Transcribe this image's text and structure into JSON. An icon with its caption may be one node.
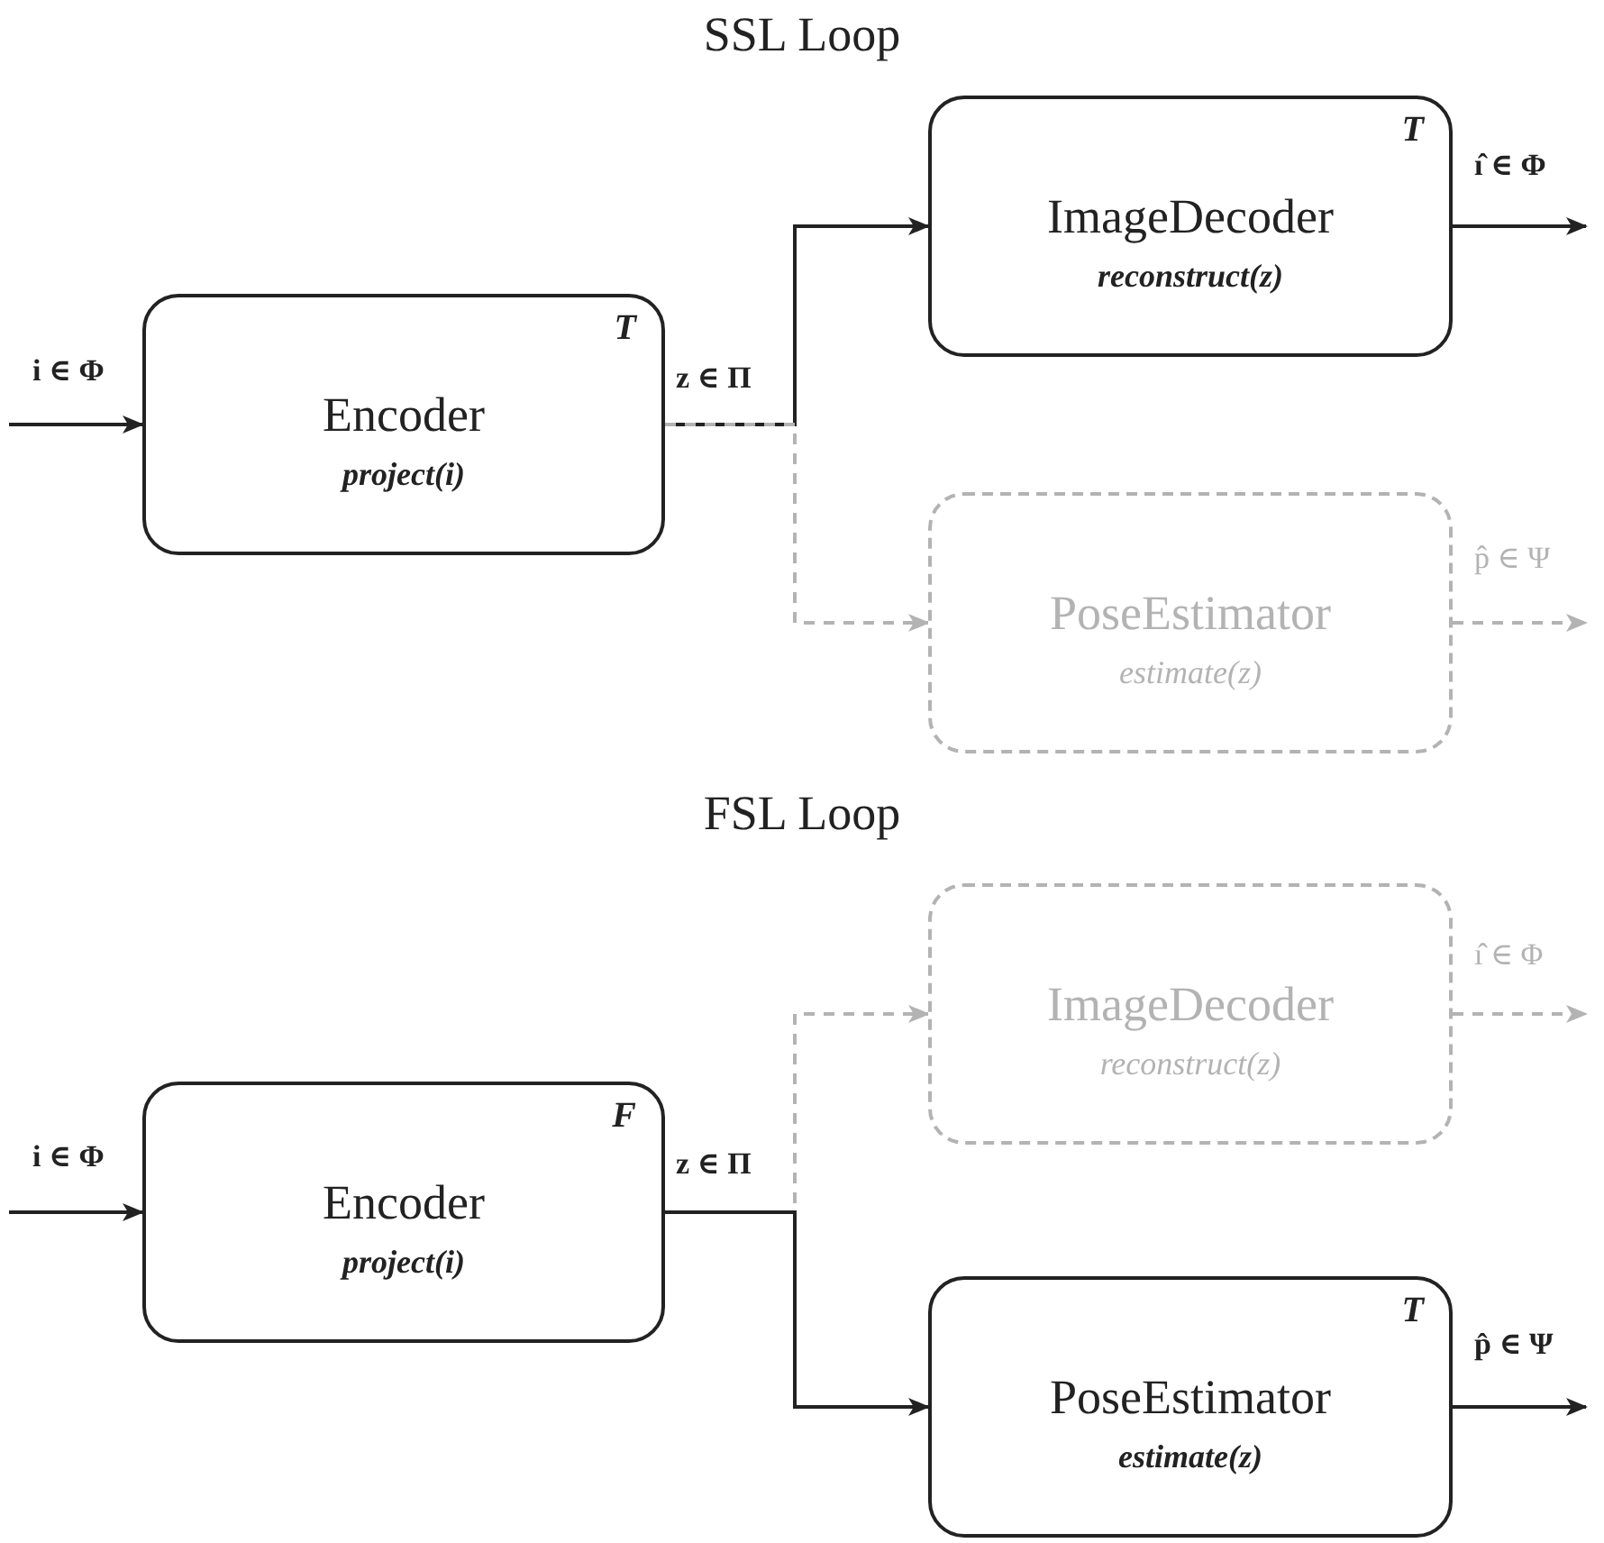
{
  "diagram": {
    "nodes": [
      {
        "text": [
          "Encoder",
          "project(i)",
          "T"
        ]
      },
      {
        "text": [
          "ImageDecoder",
          "reconstruct(z)",
          "T"
        ]
      },
      {
        "text": [
          "PoseEstimator",
          "estimate(z)"
        ]
      },
      {
        "text": [
          "ImageDecoder",
          "reconstruct(z)"
        ]
      },
      {
        "text": [
          "Encoder",
          "project(i)",
          "F"
        ]
      },
      {
        "text": [
          "PoseEstimator",
          "estimate(z)",
          "T"
        ]
      }
    ],
    "edges": [
      {
        "from": null,
        "to": 0,
        "arrow": "to",
        "label": "i ∈ Φ"
      },
      {
        "from": 0,
        "to": 1,
        "arrow": "to",
        "label": "z ∈ Π"
      },
      {
        "from": 0,
        "to": 2,
        "arrow": "to",
        "style": "dashed",
        "color": "#b3b3b3"
      },
      {
        "from": 1,
        "to": null,
        "arrow": "to",
        "label": "ı̂ ∈ Φ"
      },
      {
        "from": 2,
        "to": null,
        "arrow": "to",
        "label": "p̂ ∈ Ψ",
        "style": "dashed",
        "color": "#b3b3b3"
      },
      {
        "from": null,
        "to": 4,
        "arrow": "to",
        "label": "i ∈ Φ"
      },
      {
        "from": 4,
        "to": 3,
        "arrow": "to",
        "style": "dashed",
        "color": "#b3b3b3"
      },
      {
        "from": 4,
        "to": 5,
        "arrow": "to",
        "label": "z ∈ Π"
      },
      {
        "from": 3,
        "to": null,
        "arrow": "to",
        "label": "ı̂ ∈ Φ",
        "style": "dashed",
        "color": "#b3b3b3"
      },
      {
        "from": 5,
        "to": null,
        "arrow": "to",
        "label": "p̂ ∈ Ψ"
      }
    ],
    "labels": [
      "SSL Loop",
      "FSL Loop"
    ]
  }
}
